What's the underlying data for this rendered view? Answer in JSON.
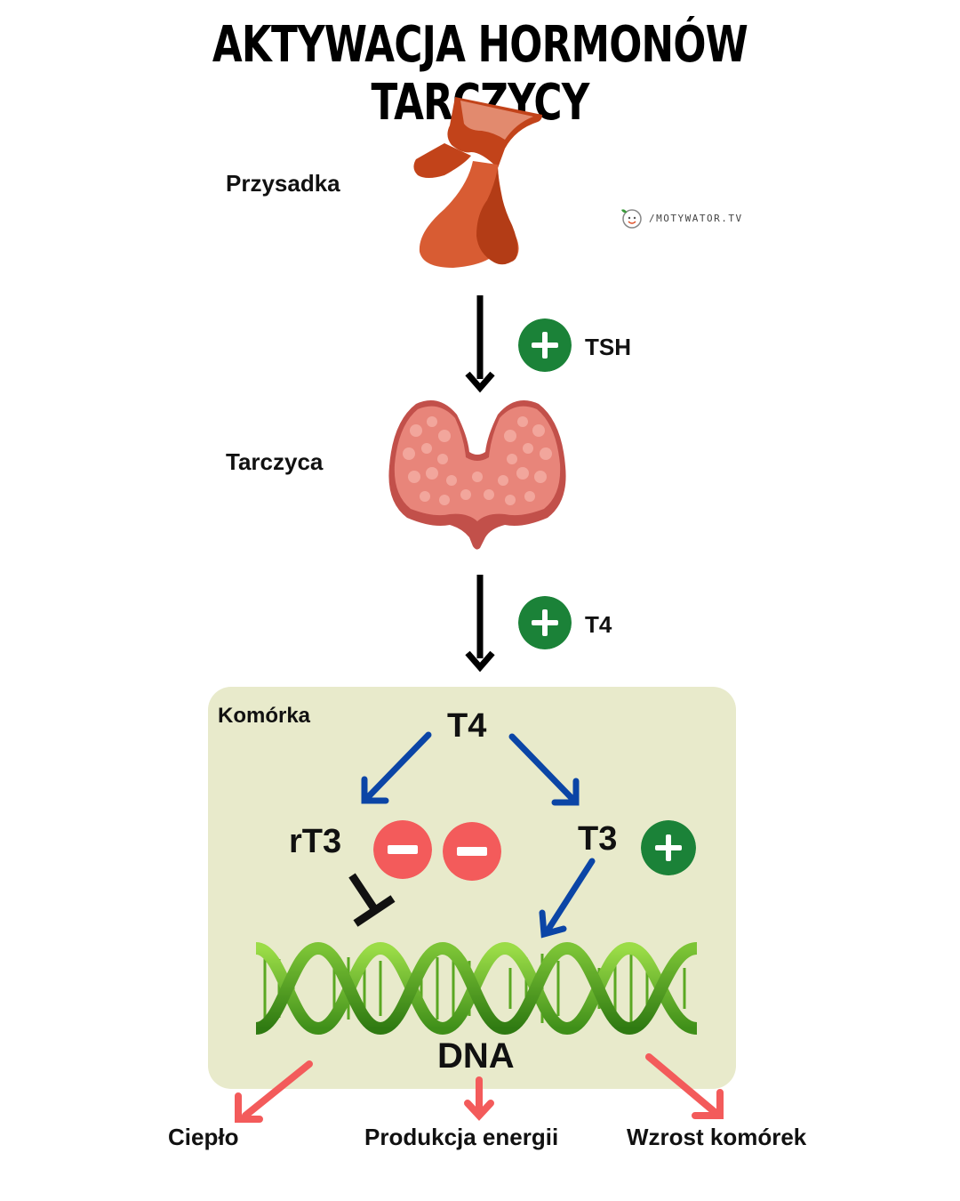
{
  "title": "AKTYWACJA HORMONÓW TARCZYCY",
  "watermark": {
    "text": "/MOTYWATOR.TV",
    "icon": "smiley-leaf-icon"
  },
  "organs": {
    "pituitary": {
      "label": "Przysadka",
      "icon": "pituitary-gland-icon"
    },
    "thyroid": {
      "label": "Tarczyca",
      "icon": "thyroid-gland-icon"
    }
  },
  "signals": [
    {
      "label": "TSH",
      "effect": "plus"
    },
    {
      "label": "T4",
      "effect": "plus"
    }
  ],
  "cell": {
    "label": "Komórka",
    "t4": "T4",
    "rt3": "rT3",
    "t3": "T3",
    "dna": "DNA",
    "rt3_effect": [
      "minus",
      "minus"
    ],
    "t3_effect": "plus"
  },
  "outcomes": [
    "Ciepło",
    "Produkcja energii",
    "Wzrost komórek"
  ],
  "colors": {
    "plus": "#1b8238",
    "minus": "#f35b5b",
    "blue_arrow": "#0b45a6",
    "red_arrow": "#f35b5b",
    "cell_bg": "#e8eacb",
    "dna": "#6cbf2a",
    "pituitary": "#c2431a",
    "thyroid": "#e07b6e"
  }
}
